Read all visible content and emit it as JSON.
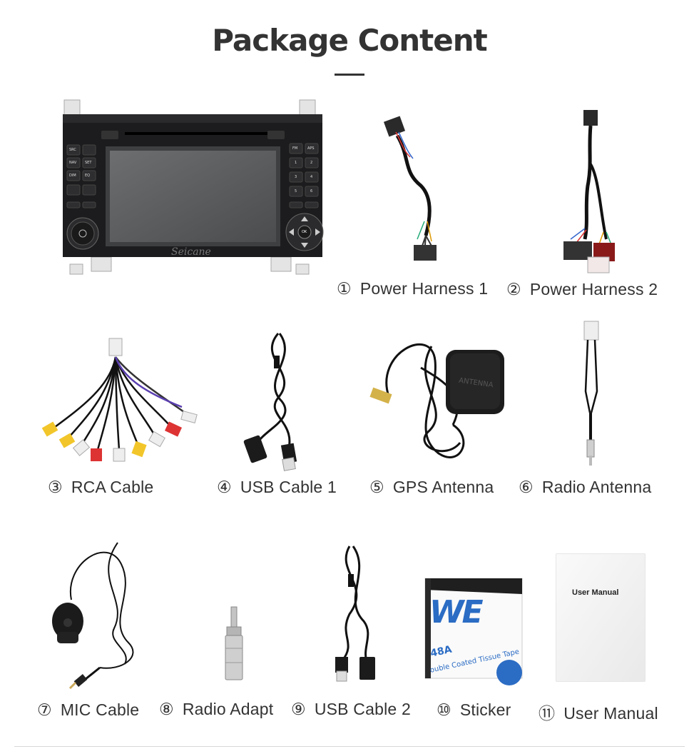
{
  "page": {
    "title": "Package Content"
  },
  "radio": {
    "brand": "Seicane",
    "buttons_left": [
      "SRC",
      "NAV",
      "SET",
      "DIM",
      "EQ"
    ],
    "buttons_right": [
      "FM",
      "APS",
      "1",
      "2",
      "3",
      "4",
      "5",
      "6"
    ],
    "ok_label": "OK"
  },
  "items": [
    {
      "num": "①",
      "label": "Power Harness 1"
    },
    {
      "num": "②",
      "label": "Power Harness 2"
    },
    {
      "num": "③",
      "label": "RCA Cable"
    },
    {
      "num": "④",
      "label": "USB Cable 1"
    },
    {
      "num": "⑤",
      "label": "GPS Antenna"
    },
    {
      "num": "⑥",
      "label": "Radio Antenna"
    },
    {
      "num": "⑦",
      "label": "MIC Cable"
    },
    {
      "num": "⑧",
      "label": "Radio Adapt"
    },
    {
      "num": "⑨",
      "label": "USB Cable 2"
    },
    {
      "num": "⑩",
      "label": "Sticker"
    },
    {
      "num": "⑪",
      "label": "User Manual"
    }
  ],
  "gps_label": "ANTENNA",
  "sticker": {
    "logo": "WE",
    "code": "48A",
    "text": "ouble Coated Tissue Tape"
  },
  "manual": {
    "title": "User Manual"
  },
  "colors": {
    "text": "#333333",
    "divider": "#d8d8d8",
    "sticker_blue": "#2b6cc4",
    "radio_body": "#1c1c1e"
  }
}
